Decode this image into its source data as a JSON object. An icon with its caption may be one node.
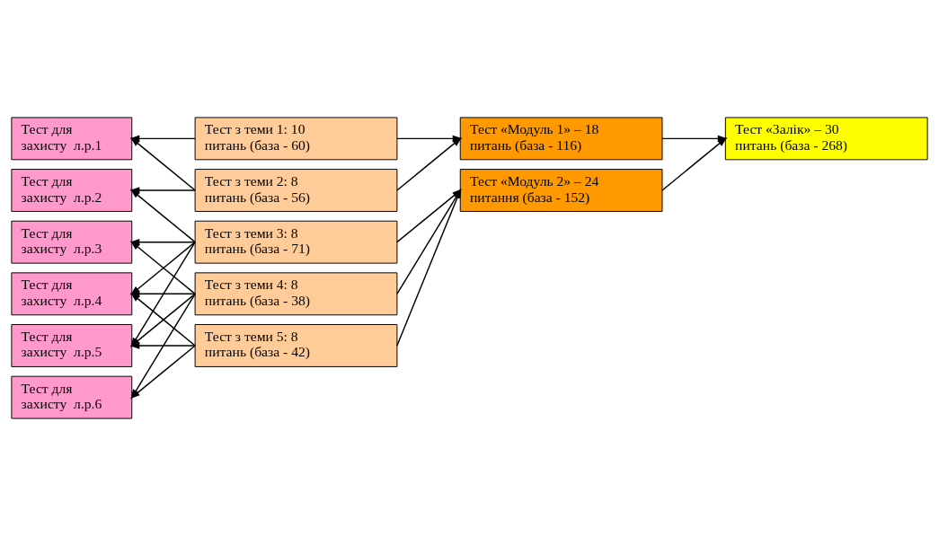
{
  "diagram": {
    "nodes": [
      {
        "text": [
          "Тест для захисту  л.р.1"
        ]
      },
      {
        "text": [
          "Тест для захисту  л.р.2"
        ]
      },
      {
        "text": [
          "Тест для захисту  л.р.3"
        ]
      },
      {
        "text": [
          "Тест для захисту  л.р.4"
        ]
      },
      {
        "text": [
          "Тест для захисту  л.р.5"
        ]
      },
      {
        "text": [
          "Тест для захисту  л.р.6"
        ]
      },
      {
        "text": [
          "Тест з теми 1: 10 питань (база - 60)"
        ]
      },
      {
        "text": [
          "Тест з теми 2: 8 питань (база - 56)"
        ]
      },
      {
        "text": [
          "Тест з теми 3: 8 питань (база - 71)"
        ]
      },
      {
        "text": [
          "Тест з теми 4: 8 питань (база - 38)"
        ]
      },
      {
        "text": [
          "Тест з теми 5: 8 питань (база - 42)"
        ]
      },
      {
        "text": [
          "Тест «Модуль 1» – 18 питань (база - 116)"
        ]
      },
      {
        "text": [
          "Тест «Залік» – 30 питань (база - 268)"
        ]
      },
      {
        "text": [
          "Тест «Модуль 2» – 24 питання (база - 152)"
        ]
      }
    ],
    "edges": [
      {
        "from": 6,
        "to": 0,
        "arrow": "to"
      },
      {
        "from": 7,
        "to": 0,
        "arrow": "to"
      },
      {
        "from": 7,
        "to": 1,
        "arrow": "to"
      },
      {
        "from": 8,
        "to": 1,
        "arrow": "to"
      },
      {
        "from": 8,
        "to": 2,
        "arrow": "to"
      },
      {
        "from": 8,
        "to": 3,
        "arrow": "to"
      },
      {
        "from": 8,
        "to": 4,
        "arrow": "to"
      },
      {
        "from": 9,
        "to": 2,
        "arrow": "to"
      },
      {
        "from": 9,
        "to": 3,
        "arrow": "to"
      },
      {
        "from": 9,
        "to": 4,
        "arrow": "to"
      },
      {
        "from": 9,
        "to": 5,
        "arrow": "to"
      },
      {
        "from": 10,
        "to": 3,
        "arrow": "to"
      },
      {
        "from": 10,
        "to": 4,
        "arrow": "to"
      },
      {
        "from": 10,
        "to": 5,
        "arrow": "to"
      },
      {
        "from": 6,
        "to": 11,
        "arrow": "to"
      },
      {
        "from": 7,
        "to": 11,
        "arrow": "to"
      },
      {
        "from": 8,
        "to": 13,
        "arrow": "to"
      },
      {
        "from": 9,
        "to": 13,
        "arrow": "to"
      },
      {
        "from": 10,
        "to": 13,
        "arrow": "to"
      },
      {
        "from": 11,
        "to": 12,
        "arrow": "to"
      },
      {
        "from": 13,
        "to": 12,
        "arrow": "to"
      }
    ]
  }
}
